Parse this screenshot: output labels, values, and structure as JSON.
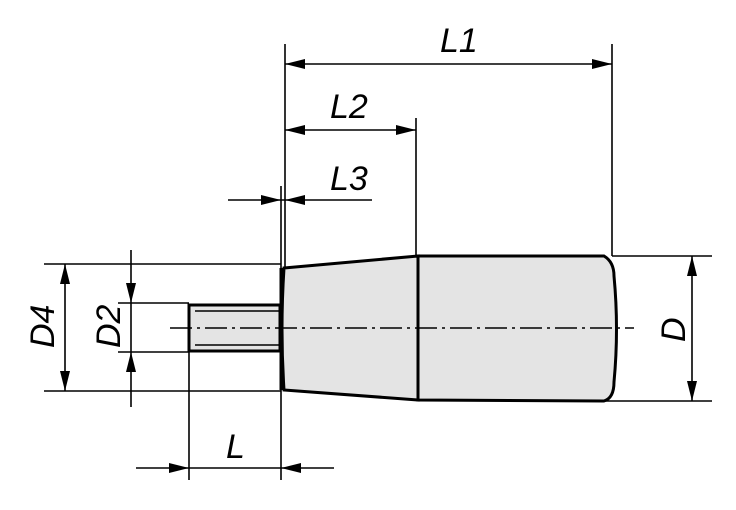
{
  "diagram": {
    "labels": {
      "L1": "L1",
      "L2": "L2",
      "L3": "L3",
      "L": "L",
      "D": "D",
      "D2": "D2",
      "D4": "D4"
    }
  }
}
